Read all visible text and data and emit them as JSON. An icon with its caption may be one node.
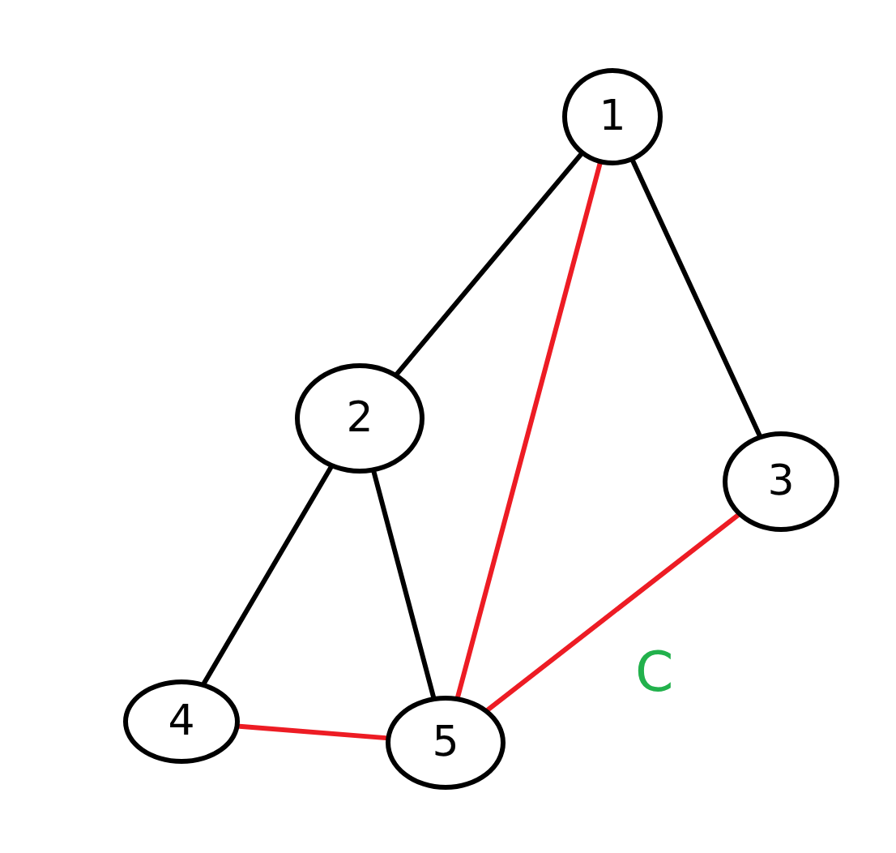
{
  "diagram": {
    "nodes": [
      {
        "text": [
          "1"
        ]
      },
      {
        "text": [
          "2"
        ]
      },
      {
        "text": [
          "3"
        ]
      },
      {
        "text": [
          "4"
        ]
      },
      {
        "text": [
          "5"
        ]
      }
    ],
    "edges": [
      {
        "from": 0,
        "to": 1,
        "arrow": "none"
      },
      {
        "from": 0,
        "to": 4,
        "arrow": "none",
        "color": "#ed1c24"
      },
      {
        "from": 0,
        "to": 2,
        "arrow": "none"
      },
      {
        "from": 1,
        "to": 3,
        "arrow": "none"
      },
      {
        "from": 1,
        "to": 4,
        "arrow": "none"
      },
      {
        "from": 3,
        "to": 4,
        "arrow": "none",
        "color": "#ed1c24"
      },
      {
        "from": 2,
        "to": 4,
        "arrow": "none",
        "color": "#ed1c24"
      }
    ],
    "labels": [
      "C"
    ]
  }
}
